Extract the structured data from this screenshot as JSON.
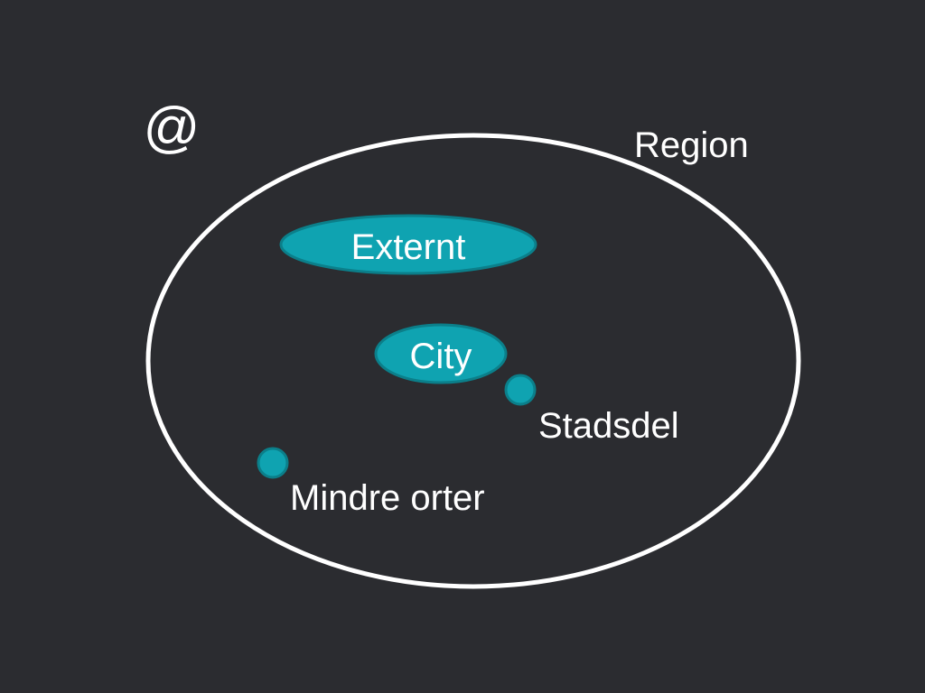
{
  "symbol": "@",
  "region": {
    "label": "Region"
  },
  "nodes": {
    "externt": "Externt",
    "city": "City",
    "stadsdel": "Stadsdel",
    "mindre_orter": "Mindre orter"
  },
  "colors": {
    "background": "#2b2c30",
    "outline": "#ffffff",
    "node_fill": "#0fa3b1",
    "node_stroke": "#0b7f8a",
    "text": "#ffffff"
  }
}
